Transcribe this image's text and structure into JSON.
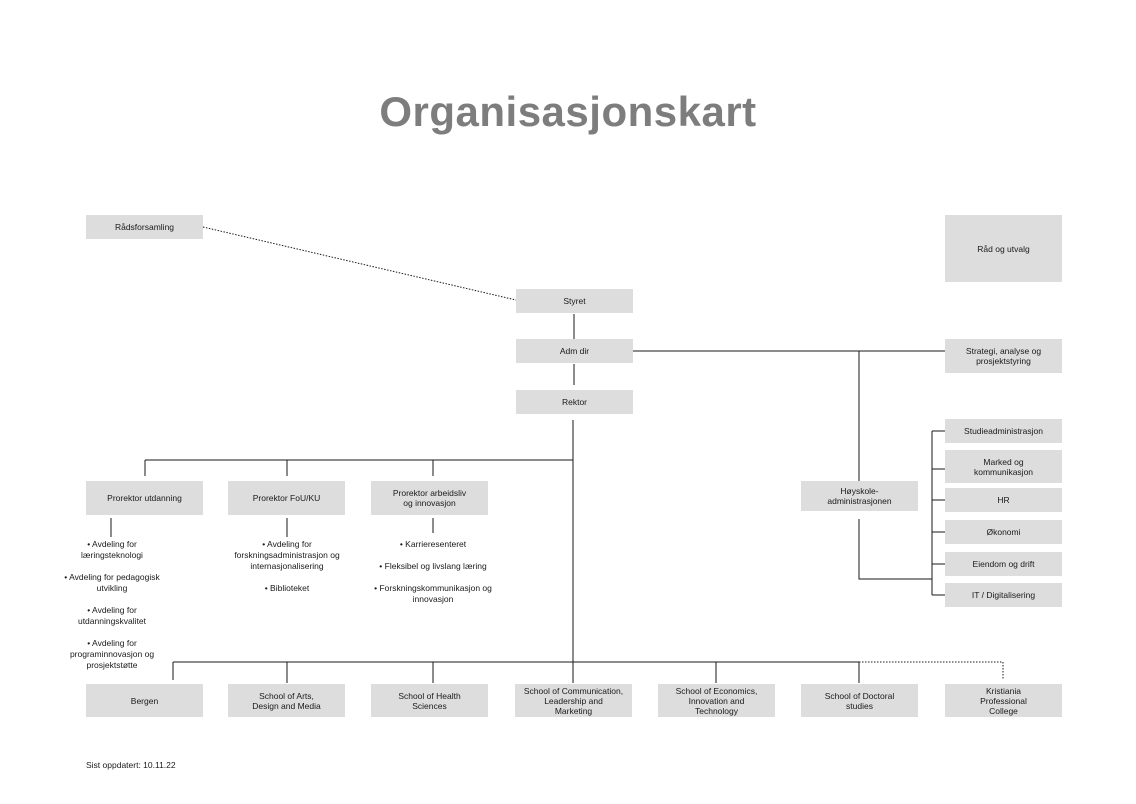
{
  "title": "Organisasjonskart",
  "footer": "Sist oppdatert: 10.11.22",
  "top": {
    "radsforsamling": "Rådsforsamling",
    "rad_og_utvalg": "Råd og utvalg",
    "styret": "Styret",
    "adm_dir": "Adm dir",
    "rektor": "Rektor",
    "strategi": "Strategi, analyse og\nprosjektstyring"
  },
  "prorektors": [
    {
      "label": "Prorektor utdanning",
      "items": [
        "• Avdeling for\nlæringsteknologi",
        "• Avdeling for pedagogisk\nutvikling",
        "• Avdeling for\nutdanningskvalitet",
        "• Avdeling for\nprograminnovasjon og\nprosjektstøtte"
      ]
    },
    {
      "label": "Prorektor FoU/KU",
      "items": [
        "• Avdeling for\nforskningsadministrasjon og\ninternasjonalisering",
        "• Biblioteket"
      ]
    },
    {
      "label": "Prorektor arbeidsliv\nog innovasjon",
      "items": [
        "• Karrieresenteret",
        "• Fleksibel og livslang læring",
        "• Forskningskommunikasjon og\ninnovasjon"
      ]
    }
  ],
  "hoyskole": {
    "label": "Høyskole-\nadministrasjonen",
    "units": [
      "Studieadministrasjon",
      "Marked og\nkommunikasjon",
      "HR",
      "Økonomi",
      "Eiendom og drift",
      "IT / Digitalisering"
    ]
  },
  "schools": [
    "Bergen",
    "School of Arts,\nDesign and Media",
    "School of Health\nSciences",
    "School of Communication,\nLeadership and\nMarketing",
    "School of Economics,\nInnovation and\nTechnology",
    "School of Doctoral\nstudies",
    "Kristiania\nProfessional\nCollege"
  ]
}
